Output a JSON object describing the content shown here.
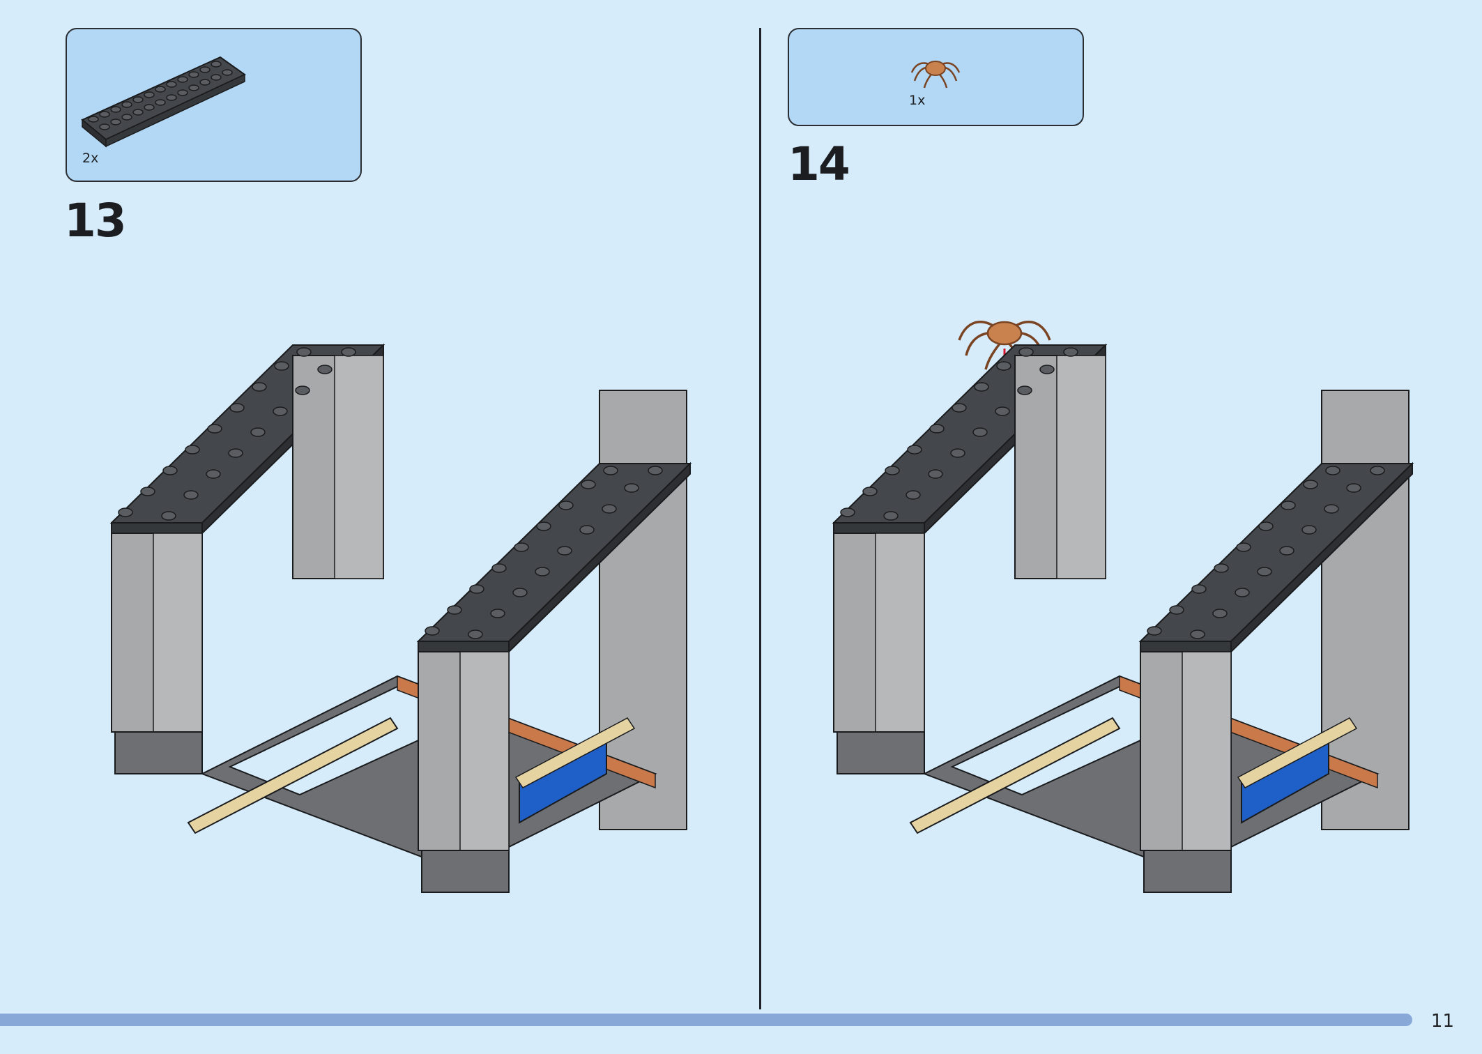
{
  "steps": [
    {
      "number": "13",
      "parts": {
        "quantity": "2x",
        "part_icon": "dark-gray-plate-2x12"
      }
    },
    {
      "number": "14",
      "parts": {
        "quantity": "1x",
        "part_icon": "spider-figure"
      }
    }
  ],
  "page": {
    "number": "11"
  },
  "colors": {
    "background": "#d6ecfb",
    "parts_box": "#b3d8f5",
    "dark_stone": "#44474b",
    "light_gray": "#a8a9ab",
    "tan": "#e6d3a2",
    "blue": "#1f5fc8",
    "spider": "#c9814e",
    "arrow": "#d8172c",
    "progress_bar": "#88a9d8"
  }
}
